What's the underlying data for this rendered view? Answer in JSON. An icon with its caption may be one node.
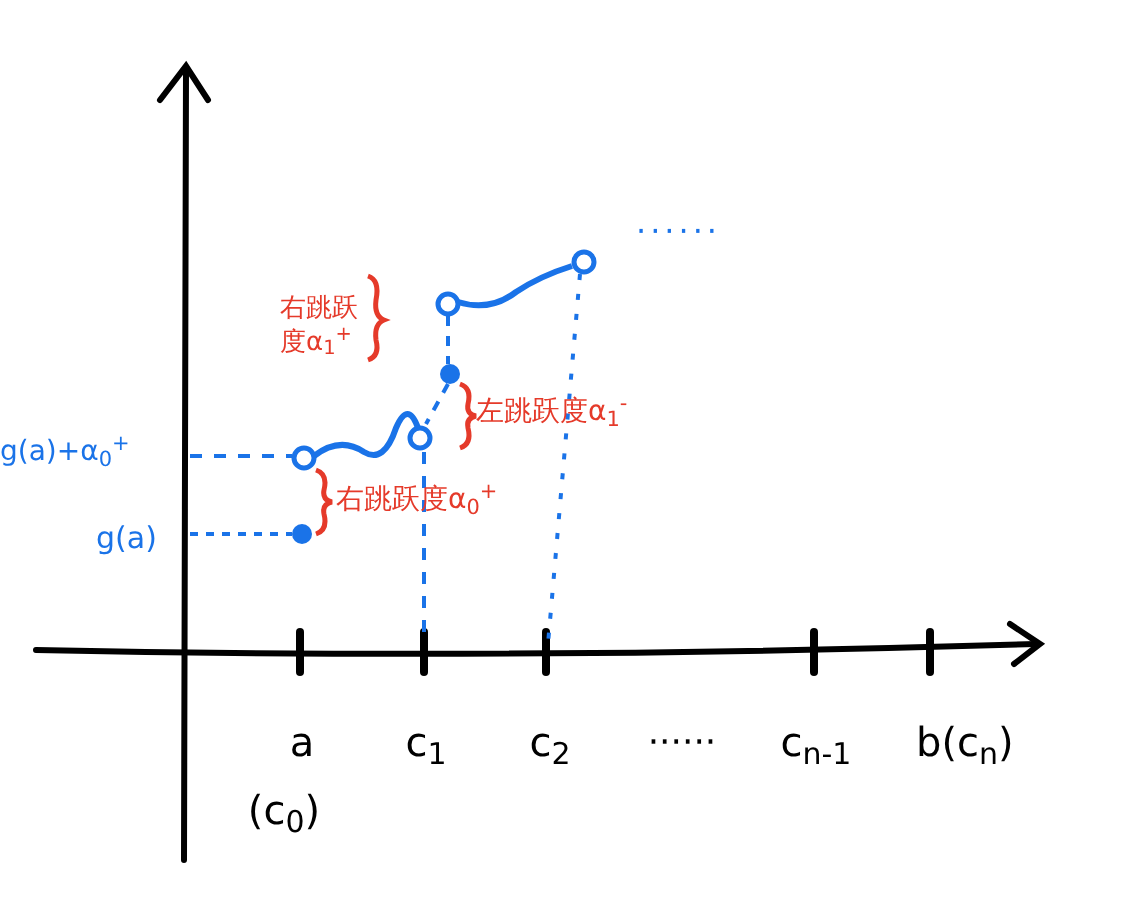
{
  "diagram": {
    "labels": [
      "······",
      "右跳跃度α$_{1}$$^{+}$",
      "左跳跃度α$_{1}$$^{-}$",
      "g(a)+α$_{0}$$^{+}$",
      "右跳跃度α$_{0}$$^{+}$",
      "g(a)",
      "a",
      "c$_{1}$",
      "c$_{2}$",
      "······",
      "c$_{n-1}$",
      "b(c$_{n}$)",
      "(c$_{0}$)"
    ]
  }
}
